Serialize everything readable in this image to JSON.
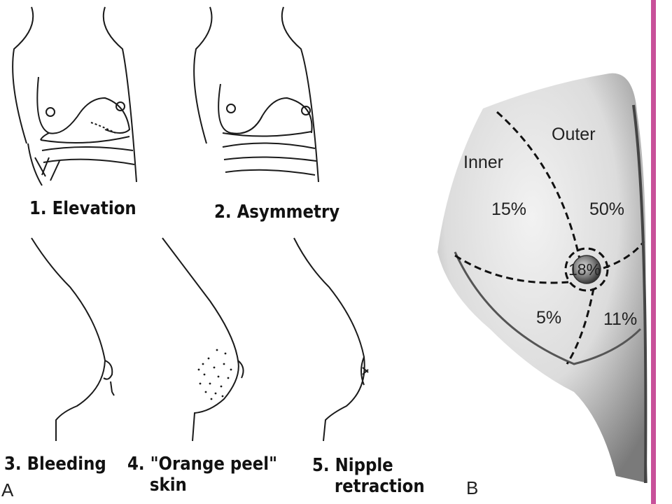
{
  "panel_a": {
    "letter": "A",
    "signs": [
      {
        "label": "1. Elevation"
      },
      {
        "label": "2. Asymmetry"
      },
      {
        "label": "3. Bleeding"
      },
      {
        "label": "4. \"Orange peel\"\n    skin"
      },
      {
        "label": "5. Nipple\n    retraction"
      }
    ]
  },
  "panel_b": {
    "letter": "B",
    "regions": {
      "outer_label": "Outer",
      "inner_label": "Inner",
      "upper_inner": "15%",
      "upper_outer": "50%",
      "central": "18%",
      "lower_inner": "5%",
      "lower_outer": "11%"
    }
  },
  "colors": {
    "right_border": "#c8519a",
    "line": "#1a1a1a"
  }
}
